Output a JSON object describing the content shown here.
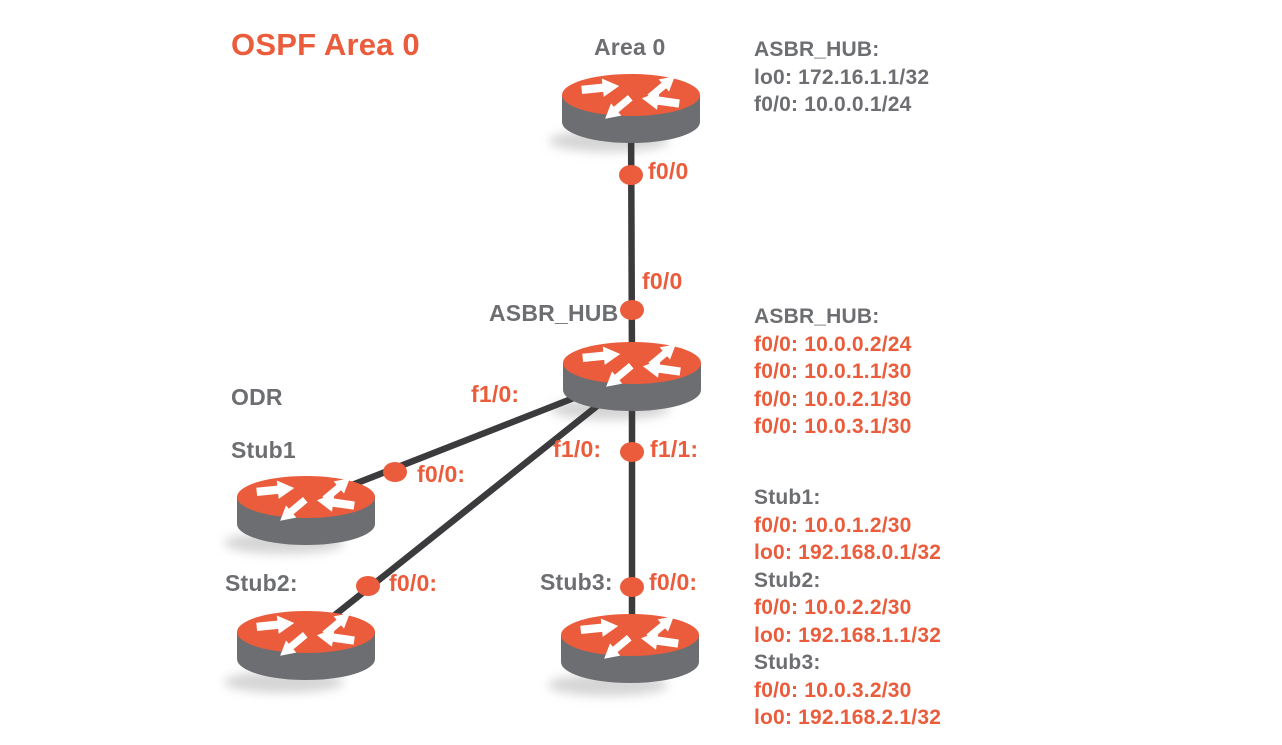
{
  "header": {
    "title": "OSPF Area 0"
  },
  "colors": {
    "orange": "#EA5C3B",
    "gray": "#6D6E71",
    "line": "#3B3B3D",
    "shadow": "#b3b3b3",
    "arrow_white": "#ffffff"
  },
  "icons": {
    "router": "cisco-router-icon",
    "dot": "interface-connection-dot"
  },
  "node_labels": {
    "area0": "Area 0",
    "asbr_hub": "ASBR_HUB",
    "odr": "ODR",
    "stub1": "Stub1",
    "stub2": "Stub2:",
    "stub3": "Stub3:"
  },
  "interface_labels": {
    "link_top_f00": "f0/0",
    "link_hub_f00": "f0/0",
    "hub_f10_left": "f1/0:",
    "hub_f10_down": "f1/0:",
    "hub_f11": "f1/1:",
    "stub1_f00": "f0/0:",
    "stub2_f00": "f0/0:",
    "stub3_f00": "f0/0:"
  },
  "info_blocks": [
    {
      "group": "asbr_top",
      "title": "ASBR_HUB:",
      "lines": [
        {
          "text": "lo0: 172.16.1.1/32",
          "color": "gray"
        },
        {
          "text": "f0/0: 10.0.0.1/24",
          "color": "gray"
        }
      ]
    },
    {
      "group": "asbr_mid",
      "title": "ASBR_HUB:",
      "lines": [
        {
          "text": "f0/0: 10.0.0.2/24",
          "color": "orange"
        },
        {
          "text": "f0/0: 10.0.1.1/30",
          "color": "orange"
        },
        {
          "text": "f0/0: 10.0.2.1/30",
          "color": "orange"
        },
        {
          "text": "f0/0: 10.0.3.1/30",
          "color": "orange"
        }
      ]
    },
    {
      "group": "stubs",
      "title": "Stub1:",
      "lines": [
        {
          "text": "f0/0: 10.0.1.2/30",
          "color": "orange"
        },
        {
          "text": "lo0: 192.168.0.1/32",
          "color": "orange"
        }
      ]
    },
    {
      "group": "stubs",
      "title": "Stub2:",
      "lines": [
        {
          "text": "f0/0: 10.0.2.2/30",
          "color": "orange"
        },
        {
          "text": "lo0: 192.168.1.1/32",
          "color": "orange"
        }
      ]
    },
    {
      "group": "stubs",
      "title": "Stub3:",
      "lines": [
        {
          "text": "f0/0: 10.0.3.2/30",
          "color": "orange"
        },
        {
          "text": "lo0: 192.168.2.1/32",
          "color": "orange"
        }
      ]
    }
  ]
}
